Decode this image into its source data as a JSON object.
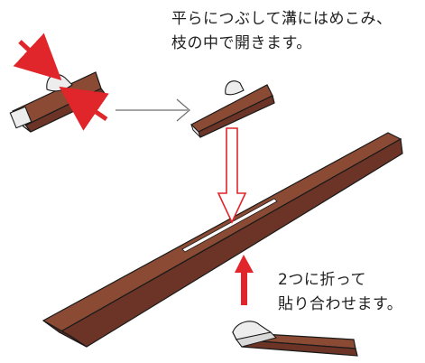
{
  "instructions": {
    "top_lines": [
      "平らにつぶして溝にはめこみ、",
      "枝の中で開きます。"
    ],
    "bottom_lines": [
      "2つに折って",
      "貼り合わせます。"
    ]
  },
  "colors": {
    "wood_top": "#8a4a33",
    "wood_side": "#6b3426",
    "wood_end": "#ededed",
    "outline": "#1a1a1a",
    "arrow_red": "#e0262b",
    "arrow_gray": "#6e6e6e"
  }
}
